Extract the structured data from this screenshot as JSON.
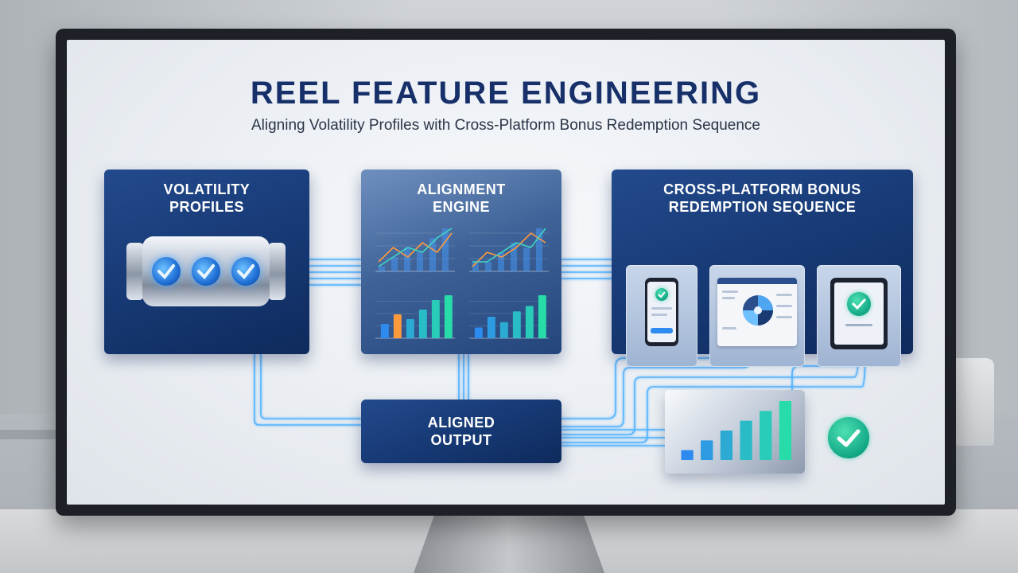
{
  "title": "REEL FEATURE ENGINEERING",
  "subtitle": "Aligning Volatility Profiles with Cross-Platform Bonus Redemption Sequence",
  "panels": {
    "volatility": {
      "line1": "VOLATILITY",
      "line2": "PROFILES"
    },
    "alignment": {
      "line1": "ALIGNMENT",
      "line2": "ENGINE"
    },
    "redemption": {
      "line1": "CROSS-PLATFORM BONUS",
      "line2": "REDEMPTION SEQUENCE"
    },
    "output": {
      "line1": "ALIGNED",
      "line2": "OUTPUT"
    }
  },
  "colors": {
    "title": "#17306a",
    "panel_dark": "#163873",
    "glow": "#3fa8ff",
    "accent_green": "#18c29a",
    "bar_blue": "#2d8bef"
  },
  "icons": [
    "slot-reel-drum-icon",
    "check-circle-icon",
    "line-chart-icon",
    "bar-chart-icon",
    "phone-icon",
    "browser-window-icon",
    "tablet-icon",
    "wheel-icon"
  ],
  "chart_data": [
    {
      "type": "line",
      "series": [
        {
          "values": [
            2,
            5,
            3,
            6,
            4,
            8
          ]
        },
        {
          "values": [
            1,
            3,
            5,
            4,
            7,
            9
          ]
        }
      ]
    },
    {
      "type": "line",
      "series": [
        {
          "values": [
            1,
            4,
            3,
            5,
            8,
            6
          ]
        },
        {
          "values": [
            2,
            2,
            4,
            6,
            5,
            9
          ]
        }
      ]
    },
    {
      "type": "bar",
      "values": [
        3,
        5,
        4,
        6,
        8,
        9
      ]
    },
    {
      "type": "bar",
      "values": [
        2,
        4,
        3,
        5,
        6,
        8
      ]
    },
    {
      "type": "bar",
      "values": [
        1,
        2,
        3,
        4,
        5,
        6
      ]
    }
  ]
}
